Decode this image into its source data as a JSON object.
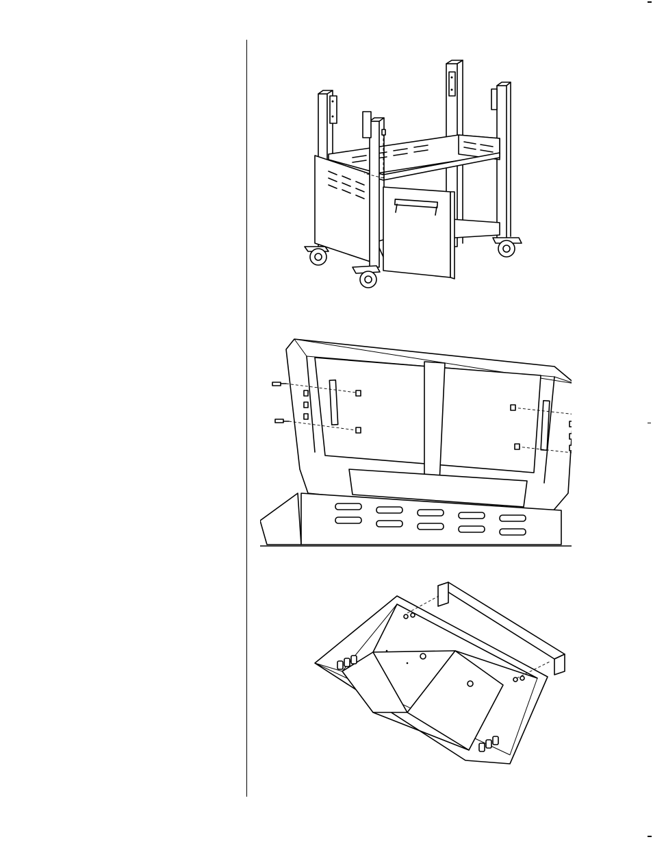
{
  "page": {
    "left_column_text": ""
  },
  "figures": [
    {
      "id": "cart-frame",
      "icon": "cart-assembly-illustration"
    },
    {
      "id": "lid-mounting",
      "icon": "lid-hinge-assembly-illustration"
    },
    {
      "id": "lid-handle",
      "icon": "lid-handle-assembly-illustration"
    }
  ]
}
